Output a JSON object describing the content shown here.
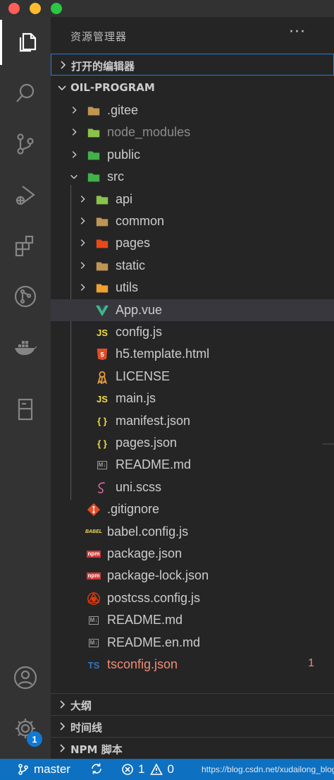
{
  "activity_bar": {
    "items": [
      "files-icon",
      "search-icon",
      "source-control-icon",
      "run-debug-icon",
      "extensions-icon",
      "git-graph-icon",
      "docker-icon",
      "remote-explorer-icon"
    ],
    "bottom": [
      "account-icon",
      "settings-gear-icon"
    ],
    "settings_badge": "1"
  },
  "explorer": {
    "title": "资源管理器",
    "more": "···",
    "open_editors": "打开的编辑器",
    "project": "OIL-PROGRAM",
    "tree": [
      {
        "name": ".gitee",
        "icon": "folder-icon",
        "color": "#c09553"
      },
      {
        "name": "node_modules",
        "icon": "folder-node-icon",
        "color": "#8bc34a"
      },
      {
        "name": "public",
        "icon": "folder-public-icon",
        "color": "#43b049"
      },
      {
        "name": "src",
        "icon": "folder-src-icon",
        "color": "#43b049"
      },
      {
        "name": "api",
        "icon": "folder-api-icon",
        "color": "#8bc34a"
      },
      {
        "name": "common",
        "icon": "folder-icon",
        "color": "#c09553"
      },
      {
        "name": "pages",
        "icon": "folder-pages-icon",
        "color": "#e64a19"
      },
      {
        "name": "static",
        "icon": "folder-icon",
        "color": "#c09553"
      },
      {
        "name": "utils",
        "icon": "folder-utils-icon",
        "color": "#f0a030"
      },
      {
        "name": "App.vue",
        "icon": "vue-icon",
        "color": "#41b883"
      },
      {
        "name": "config.js",
        "icon": "js-icon",
        "color": "#f1dd3f",
        "glyph": "JS"
      },
      {
        "name": "h5.template.html",
        "icon": "html5-icon",
        "color": "#e44d26",
        "glyph": "5"
      },
      {
        "name": "LICENSE",
        "icon": "license-icon",
        "color": "#e89f3b"
      },
      {
        "name": "main.js",
        "icon": "js-icon",
        "color": "#f1dd3f",
        "glyph": "JS"
      },
      {
        "name": "manifest.json",
        "icon": "json-icon",
        "color": "#f1dd3f",
        "glyph": "{ }"
      },
      {
        "name": "pages.json",
        "icon": "json-icon",
        "color": "#f1dd3f",
        "glyph": "{ }"
      },
      {
        "name": "README.md",
        "icon": "markdown-icon",
        "color": "#9a9a9a",
        "glyph": "M↓"
      },
      {
        "name": "uni.scss",
        "icon": "sass-icon",
        "color": "#cd6799"
      },
      {
        "name": ".gitignore",
        "icon": "git-icon",
        "color": "#e44d26"
      },
      {
        "name": "babel.config.js",
        "icon": "babel-icon",
        "color": "#f5da55",
        "glyph": "BABEL"
      },
      {
        "name": "package.json",
        "icon": "npm-icon",
        "color": "#cb3837",
        "glyph": "npm"
      },
      {
        "name": "package-lock.json",
        "icon": "npm-icon",
        "color": "#cb3837",
        "glyph": "npm"
      },
      {
        "name": "postcss.config.js",
        "icon": "postcss-icon",
        "color": "#dd3a0a"
      },
      {
        "name": "README.md",
        "icon": "markdown-icon",
        "color": "#9a9a9a",
        "glyph": "M↓"
      },
      {
        "name": "README.en.md",
        "icon": "markdown-icon",
        "color": "#9a9a9a",
        "glyph": "M↓"
      },
      {
        "name": "tsconfig.json",
        "icon": "tsconfig-icon",
        "color": "#3178c6",
        "glyph": "TS",
        "problems": "1"
      }
    ],
    "outline": "大纲",
    "timeline": "时间线",
    "npm_scripts": "NPM 脚本"
  },
  "status_bar": {
    "branch": "master",
    "errors": "1",
    "warnings": "0",
    "url": "https://blog.csdn.net/xudailong_blog",
    "accent": "#0e70c0"
  }
}
